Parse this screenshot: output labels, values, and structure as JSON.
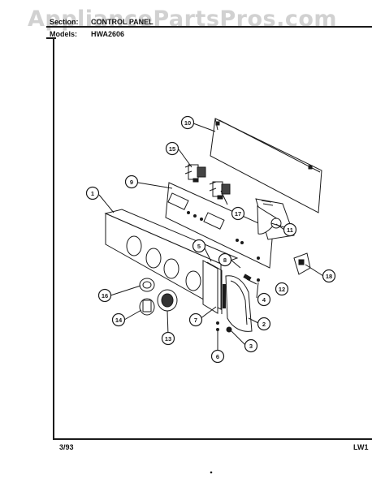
{
  "watermark": "AppliancePartsPros.com",
  "header": {
    "section_label": "Section:",
    "section_value": "CONTROL PANEL",
    "models_label": "Models:",
    "models_value": "HWA2606"
  },
  "footer": {
    "date": "3/93",
    "code": "LW1"
  },
  "callouts": [
    "1",
    "2",
    "3",
    "4",
    "5",
    "6",
    "7",
    "8",
    "9",
    "10",
    "11",
    "12",
    "13",
    "14",
    "15",
    "16",
    "17",
    "18"
  ],
  "colors": {
    "ink": "#1a1a1a",
    "watermark": "#c9c9c9",
    "paper": "#ffffff"
  }
}
